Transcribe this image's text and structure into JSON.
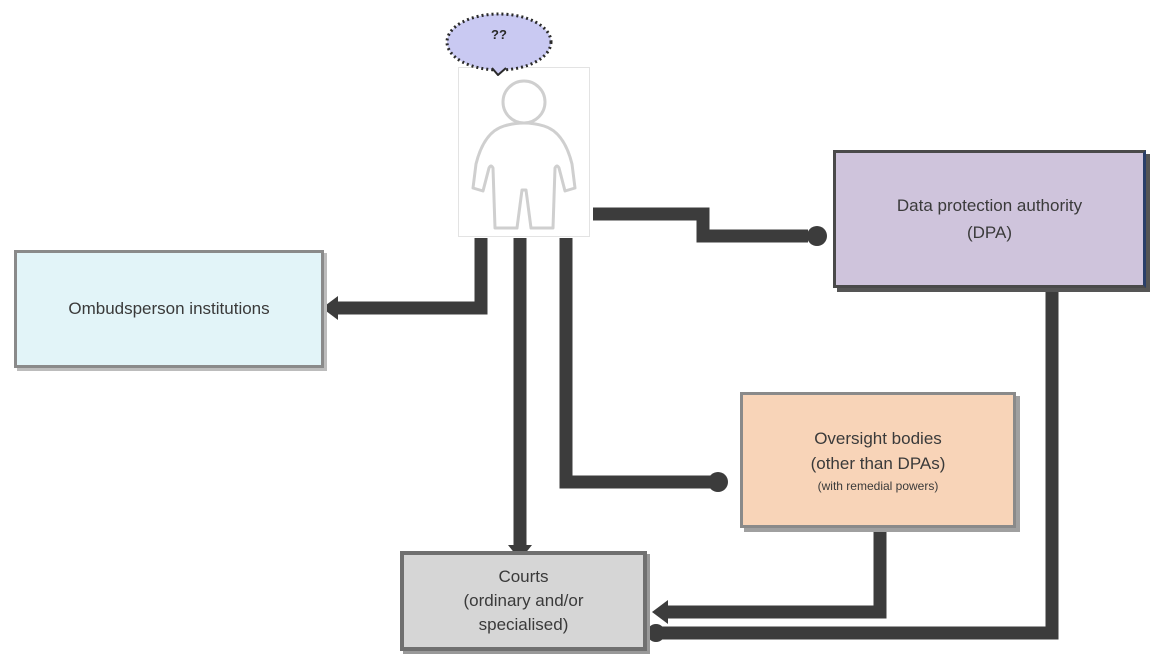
{
  "figure": {
    "speech_bubble": "??",
    "boxes": {
      "ombudsperson": "Ombudsperson institutions",
      "dpa_line1": "Data protection authority",
      "dpa_line2": "(DPA)",
      "oversight_line1": "Oversight bodies",
      "oversight_line2": "(other than DPAs)",
      "oversight_line3": "(with remedial powers)",
      "courts_line1": "Courts",
      "courts_line2": "(ordinary and/or",
      "courts_line3": "specialised)"
    },
    "colors": {
      "connector": "#3c3c3c",
      "ombudsperson_fill": "#e2f4f8",
      "dpa_fill": "#cfc4dc",
      "oversight_fill": "#f8d4b8",
      "courts_fill": "#d6d6d6",
      "bubble_fill": "#c9c9f2"
    }
  }
}
